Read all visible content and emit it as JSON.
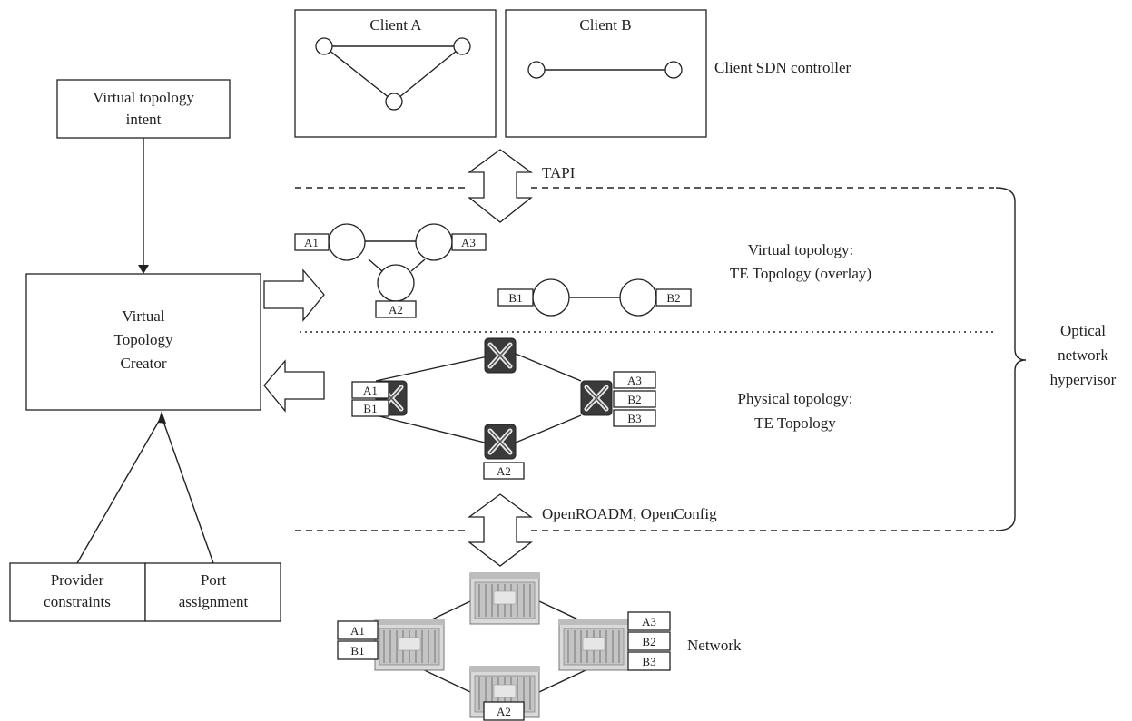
{
  "clients": {
    "client_a": "Client A",
    "client_b": "Client B",
    "controller_label": "Client SDN controller"
  },
  "interfaces": {
    "northbound": "TAPI",
    "southbound": "OpenROADM, OpenConfig"
  },
  "left": {
    "intent": [
      "Virtual topology",
      "intent"
    ],
    "creator": [
      "Virtual",
      "Topology",
      "Creator"
    ],
    "provider_constraints": [
      "Provider",
      "constraints"
    ],
    "port_assignment": [
      "Port",
      "assignment"
    ]
  },
  "layers": {
    "virtual": [
      "Virtual topology:",
      "TE Topology (overlay)"
    ],
    "physical": [
      "Physical topology:",
      "TE Topology"
    ],
    "network": "Network",
    "hypervisor": [
      "Optical",
      "network",
      "hypervisor"
    ]
  },
  "ports": {
    "virtual": {
      "a1": "A1",
      "a3": "A3",
      "a2": "A2",
      "b1": "B1",
      "b2": "B2"
    },
    "physical": {
      "a1": "A1",
      "b1": "B1",
      "a3": "A3",
      "b2": "B2",
      "b3": "B3",
      "a2": "A2"
    },
    "network": {
      "a1": "A1",
      "b1": "B1",
      "a3": "A3",
      "b2": "B2",
      "b3": "B3",
      "a2": "A2"
    }
  },
  "icons": {
    "switch": "optical-switch-icon",
    "device": "roadm-chassis-icon"
  },
  "colors": {
    "line": "#222222",
    "switch_fill": "#3a3a3a",
    "device_fill": "#d8d8d8"
  }
}
